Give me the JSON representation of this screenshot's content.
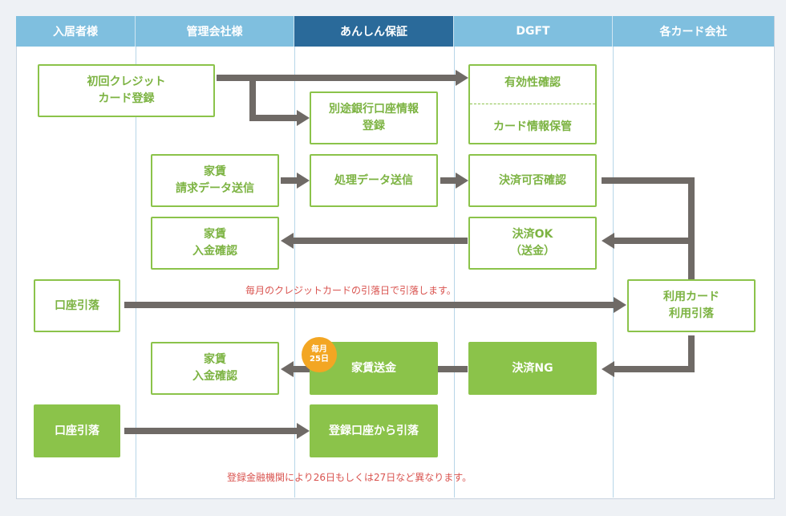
{
  "lanes": [
    "入居者様",
    "管理会社様",
    "あんしん保証",
    "DGFT",
    "各カード会社"
  ],
  "boxes": {
    "credit_reg_1": "初回クレジット",
    "credit_reg_2": "カード登録",
    "bank_info_1": "別途銀行口座情報",
    "bank_info_2": "登録",
    "validity": "有効性確認",
    "card_store": "カード情報保管",
    "rent_req_1": "家賃",
    "rent_req_2": "請求データ送信",
    "process_send": "処理データ送信",
    "settle_check": "決済可否確認",
    "rent_in_1a": "家賃",
    "rent_in_1b": "入金確認",
    "settle_ok_1": "決済OK",
    "settle_ok_2": "（送金）",
    "debit_1": "口座引落",
    "card_use_1": "利用カード",
    "card_use_2": "利用引落",
    "rent_in_2a": "家賃",
    "rent_in_2b": "入金確認",
    "rent_send": "家賃送金",
    "settle_ng": "決済NG",
    "debit_2": "口座引落",
    "reg_debit": "登録口座から引落"
  },
  "badge": {
    "line1": "毎月",
    "line2": "25日"
  },
  "notes": {
    "monthly": "毎月のクレジットカードの引落日で引落します。",
    "bank": "登録金融機関により26日もしくは27日など異なります。"
  },
  "colors": {
    "green": "#8bc34a",
    "lane_header": "#7fbfdf",
    "lane_active": "#2a6a9a",
    "arrow": "#6f6a66",
    "note": "#d9534f",
    "badge": "#f3a623"
  }
}
